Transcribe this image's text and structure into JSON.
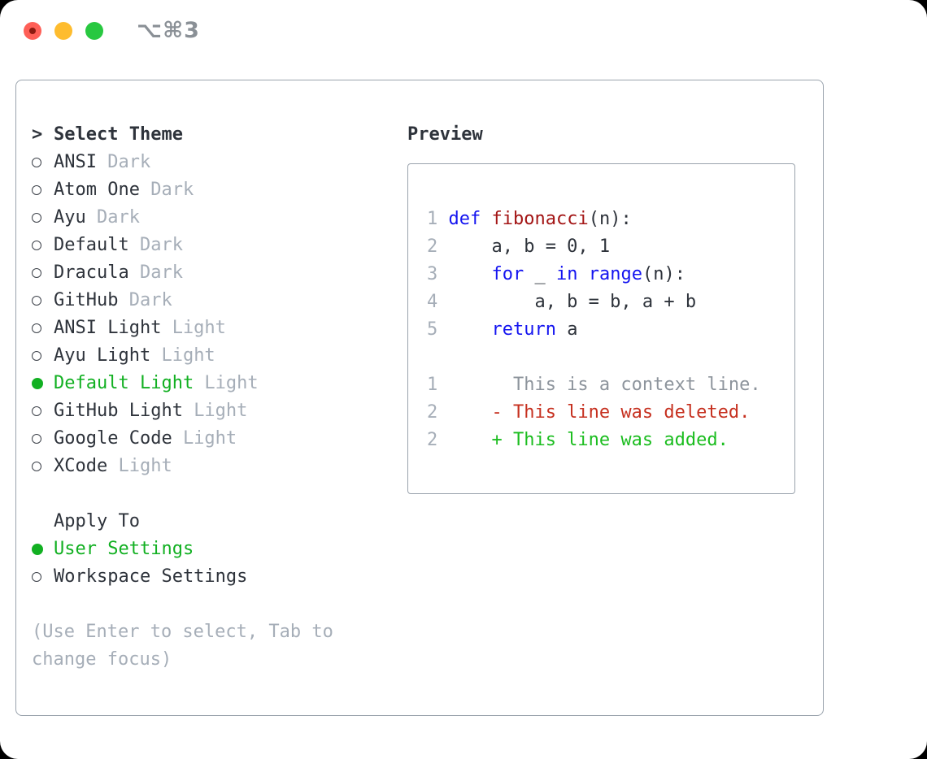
{
  "colors": {
    "text": "#2e333b",
    "muted": "#a6aeb8",
    "context": "#8d949c",
    "green": "#12b022",
    "added": "#1bbd1f",
    "deleted": "#c6301f",
    "keyword": "#1414f0",
    "func": "#a31515",
    "border": "#9aa3ad",
    "shortcut": "#8a9096",
    "light-red": "#fe5f57",
    "light-yellow": "#febc2e",
    "light-green": "#28c840"
  },
  "window": {
    "shortcut_label": "⌥⌘3"
  },
  "theme_selector": {
    "cursor": ">",
    "title": "Select Theme",
    "items": [
      {
        "name": "ANSI",
        "variant": "Dark",
        "selected": false
      },
      {
        "name": "Atom One",
        "variant": "Dark",
        "selected": false
      },
      {
        "name": "Ayu",
        "variant": "Dark",
        "selected": false
      },
      {
        "name": "Default",
        "variant": "Dark",
        "selected": false
      },
      {
        "name": "Dracula",
        "variant": "Dark",
        "selected": false
      },
      {
        "name": "GitHub",
        "variant": "Dark",
        "selected": false
      },
      {
        "name": "ANSI Light",
        "variant": "Light",
        "selected": false
      },
      {
        "name": "Ayu Light",
        "variant": "Light",
        "selected": false
      },
      {
        "name": "Default Light",
        "variant": "Light",
        "selected": true
      },
      {
        "name": "GitHub Light",
        "variant": "Light",
        "selected": false
      },
      {
        "name": "Google Code",
        "variant": "Light",
        "selected": false
      },
      {
        "name": "XCode",
        "variant": "Light",
        "selected": false
      }
    ],
    "apply_to": {
      "title": "Apply To",
      "options": [
        {
          "label": "User Settings",
          "selected": true
        },
        {
          "label": "Workspace Settings",
          "selected": false
        }
      ]
    },
    "help_text": "(Use Enter to select, Tab to change focus)"
  },
  "preview": {
    "title": "Preview",
    "code_lines": [
      {
        "num": "1",
        "tokens": [
          {
            "t": "kw",
            "s": "def"
          },
          {
            "t": "p",
            "s": " "
          },
          {
            "t": "fn",
            "s": "fibonacci"
          },
          {
            "t": "p",
            "s": "(n):"
          }
        ]
      },
      {
        "num": "2",
        "tokens": [
          {
            "t": "p",
            "s": "    a, b = 0, 1"
          }
        ]
      },
      {
        "num": "3",
        "tokens": [
          {
            "t": "p",
            "s": "    "
          },
          {
            "t": "kw",
            "s": "for"
          },
          {
            "t": "p",
            "s": " _ "
          },
          {
            "t": "kw",
            "s": "in"
          },
          {
            "t": "p",
            "s": " "
          },
          {
            "t": "kw",
            "s": "range"
          },
          {
            "t": "p",
            "s": "(n):"
          }
        ]
      },
      {
        "num": "4",
        "tokens": [
          {
            "t": "p",
            "s": "        a, b = b, a + b"
          }
        ]
      },
      {
        "num": "5",
        "tokens": [
          {
            "t": "p",
            "s": "    "
          },
          {
            "t": "kw",
            "s": "return"
          },
          {
            "t": "p",
            "s": " a"
          }
        ]
      }
    ],
    "diff_lines": [
      {
        "num": "1",
        "type": "context",
        "text": "      This is a context line."
      },
      {
        "num": "2",
        "type": "deleted",
        "text": "    - This line was deleted."
      },
      {
        "num": "2",
        "type": "added",
        "text": "    + This line was added."
      }
    ]
  }
}
